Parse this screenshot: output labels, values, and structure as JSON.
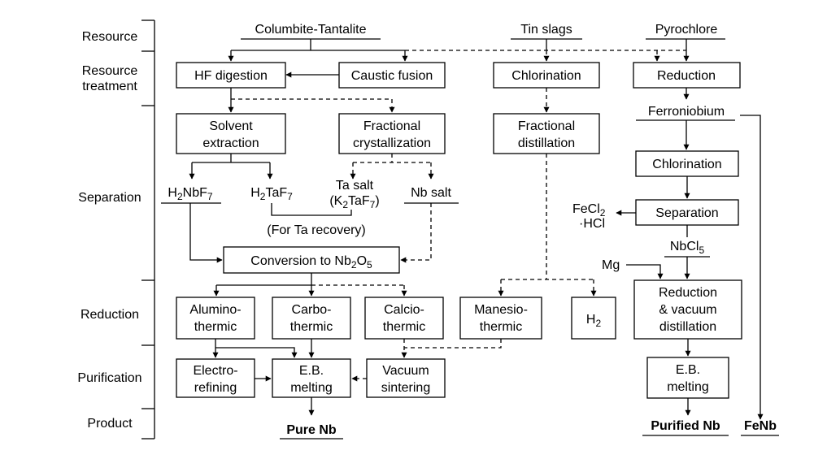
{
  "stages": {
    "resource": "Resource",
    "treatment_1": "Resource",
    "treatment_2": "treatment",
    "separation": "Separation",
    "reduction": "Reduction",
    "purification": "Purification",
    "product": "Product"
  },
  "sources": {
    "columbite": "Columbite-Tantalite",
    "tin": "Tin slags",
    "pyrochlore": "Pyrochlore"
  },
  "boxes": {
    "hf": "HF digestion",
    "caustic": "Caustic fusion",
    "chlorination_tin": "Chlorination",
    "reduction_pyro": "Reduction",
    "solvent_1": "Solvent",
    "solvent_2": "extraction",
    "fractional_cryst_1": "Fractional",
    "fractional_cryst_2": "crystallization",
    "fractional_dist_1": "Fractional",
    "fractional_dist_2": "distillation",
    "chlorination_pyro": "Chlorination",
    "separation_pyro": "Separation",
    "conversion": "Conversion to Nb",
    "conversion_sub2": "2",
    "conversion_o": "O",
    "conversion_sub5": "5",
    "alumino_1": "Alumino-",
    "alumino_2": "thermic",
    "carbo_1": "Carbo-",
    "carbo_2": "thermic",
    "calcio_1": "Calcio-",
    "calcio_2": "thermic",
    "manesio_1": "Manesio-",
    "manesio_2": "thermic",
    "h2": "H",
    "h2_sub": "2",
    "redvac_1": "Reduction",
    "redvac_2": "& vacuum",
    "redvac_3": "distillation",
    "electro_1": "Electro-",
    "electro_2": "refining",
    "eb_1": "E.B.",
    "eb_2": "melting",
    "vacuum_1": "Vacuum",
    "vacuum_2": "sintering",
    "eb2_1": "E.B.",
    "eb2_2": "melting"
  },
  "labels": {
    "ferroniobium": "Ferroniobium",
    "h2nbf7": "H",
    "h2nbf7_sub1": "2",
    "h2nbf7_mid": "NbF",
    "h2nbf7_sub2": "7",
    "h2taf7": "H",
    "h2taf7_sub1": "2",
    "h2taf7_mid": "TaF",
    "h2taf7_sub2": "7",
    "ta_salt": "Ta salt",
    "k2taf7_open": "(K",
    "k2taf7_sub1": "2",
    "k2taf7_mid": "TaF",
    "k2taf7_sub2": "7",
    "k2taf7_close": ")",
    "nb_salt": "Nb salt",
    "for_ta": "(For Ta recovery)",
    "fecl2": "FeCl",
    "fecl2_sub": "2",
    "hcl": "·HCl",
    "nbcl5": "NbCl",
    "nbcl5_sub": "5",
    "mg": "Mg"
  },
  "products": {
    "pure_nb": "Pure Nb",
    "purified_nb": "Purified Nb",
    "fenb": "FeNb"
  }
}
